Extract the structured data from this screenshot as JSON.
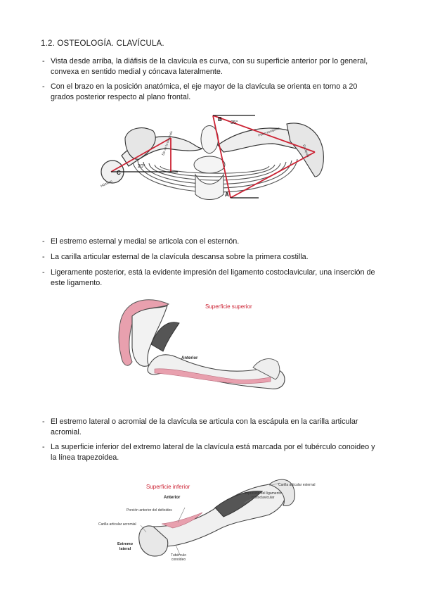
{
  "heading": "1.2. OSTEOLOGÍA. CLAVÍCULA.",
  "bullets": [
    "Vista desde arriba, la diáfisis de la clavícula es curva, con su superficie anterior por lo general, convexa en sentido medial y cóncava lateralmente.",
    "Con el brazo en la posición anatómica, el eje mayor de la clavícula se orienta en torno a 20 grados posterior respecto al plano frontal.",
    "El estremo esternal y medial se articola con el esternón.",
    "La carilla articular esternal de la clavícula descansa sobre la primera costilla.",
    "Ligeramente posterior, está la evidente impresión del ligamento costoclavicular, una inserción de este ligamento.",
    "El estremo lateral o acromial de la clavícula se articula con la escápula en la carilla articular acromial.",
    "La superficie inferior del extremo lateral de la clavícula está marcada por el tubérculo conoideo y la línea trapezoidea."
  ],
  "figure1": {
    "angle_left": "20°",
    "angle_right": "35°",
    "label_b": "B",
    "label_a": "A",
    "label_c": "C",
    "label_humerus": "Húmero",
    "label_clavicle": "Eje de la clavícula",
    "label_scapula": "Plano escapular",
    "label_escapula": "Escápula"
  },
  "figure2": {
    "title": "Superficie superior",
    "label_anterior": "Anterior"
  },
  "figure3": {
    "title": "Superficie inferior",
    "label_anterior": "Anterior",
    "label_carilla_esternal": "Carilla articular esternal",
    "label_porcion_deltoides": "Porción anterior del deltoides",
    "label_impresion": "Impresión del ligamento costoclavicular",
    "label_carilla_acromial": "Carilla articular acromial",
    "label_extremo_lateral": "Extremo lateral",
    "label_tuberculo": "Tubérculo conoideo"
  },
  "colors": {
    "accent_red": "#cc2233",
    "pink": "#e8a0ae",
    "bone_gray": "#555555",
    "text": "#1a1a1a"
  }
}
